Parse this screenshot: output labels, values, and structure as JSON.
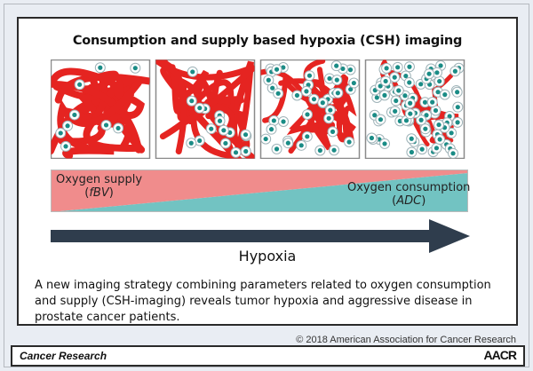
{
  "title": "Consumption and supply based hypoxia (CSH) imaging",
  "panels": [
    {
      "cells": 9,
      "vessel_density": 1.0
    },
    {
      "cells": 16,
      "vessel_density": 0.75
    },
    {
      "cells": 40,
      "vessel_density": 0.5
    },
    {
      "cells": 85,
      "vessel_density": 0.2
    }
  ],
  "gradient": {
    "supply_label": "Oxygen supply",
    "supply_param": "fBV",
    "consumption_label": "Oxygen consumption",
    "consumption_param": "ADC",
    "supply_color": "#f08c8c",
    "consumption_color": "#72c3c2"
  },
  "arrow_label": "Hypoxia",
  "caption": "A new imaging strategy combining parameters related to oxygen consumption and supply (CSH-imaging) reveals tumor hypoxia and aggressive disease in prostate cancer patients.",
  "copyright": "© 2018 American Association for Cancer Research",
  "journal": "Cancer Research",
  "logo": "AACR",
  "colors": {
    "vessel": "#e52421",
    "cell_nucleus": "#1a8c86",
    "arrow": "#2f3d4d"
  }
}
